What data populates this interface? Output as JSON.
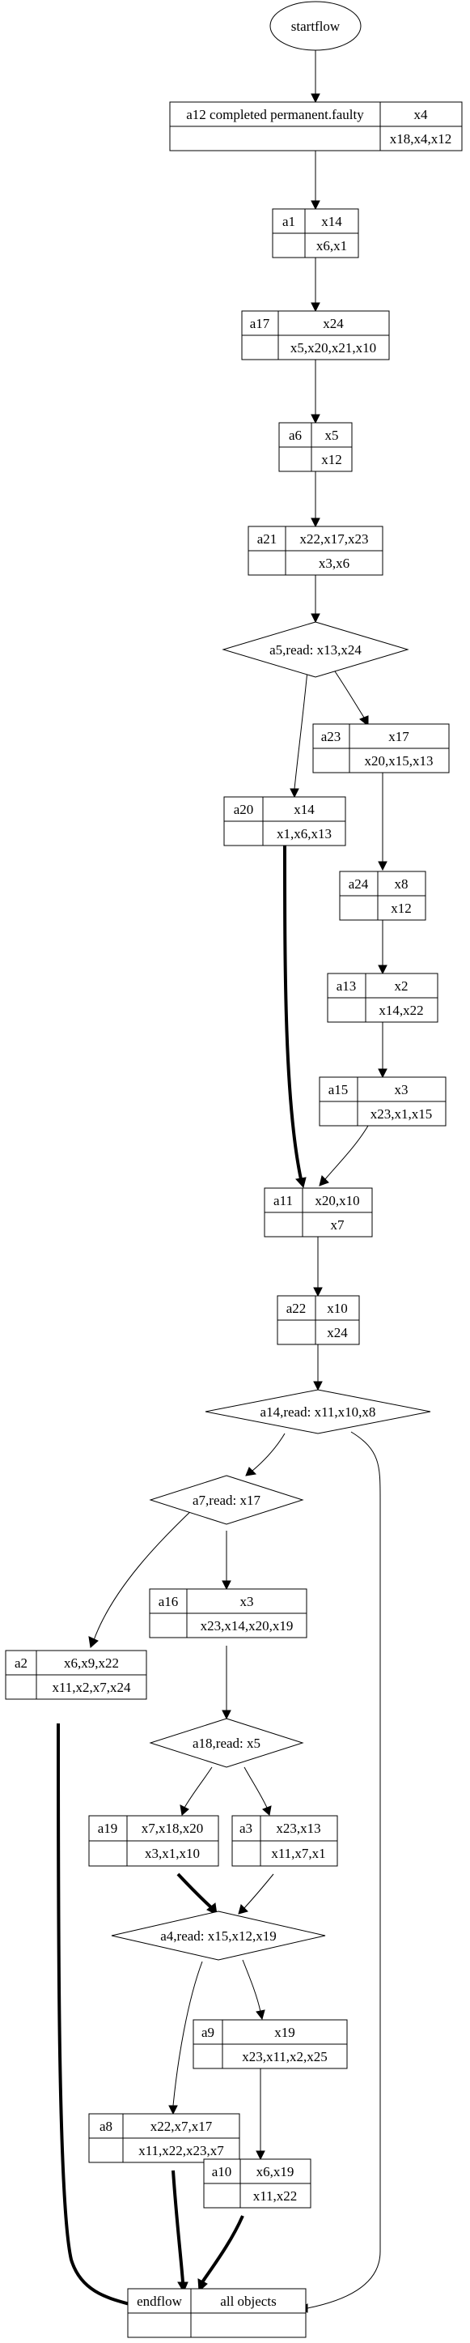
{
  "start": {
    "label": "startflow"
  },
  "nodes": {
    "a12": {
      "id": "a12 completed permanent.faulty",
      "top": "x4",
      "bottom": "x18,x4,x12"
    },
    "a1": {
      "id": "a1",
      "top": "x14",
      "bottom": "x6,x1"
    },
    "a17": {
      "id": "a17",
      "top": "x24",
      "bottom": "x5,x20,x21,x10"
    },
    "a6": {
      "id": "a6",
      "top": "x5",
      "bottom": "x12"
    },
    "a21": {
      "id": "a21",
      "top": "x22,x17,x23",
      "bottom": "x3,x6"
    },
    "a23": {
      "id": "a23",
      "top": "x17",
      "bottom": "x20,x15,x13"
    },
    "a20": {
      "id": "a20",
      "top": "x14",
      "bottom": "x1,x6,x13"
    },
    "a24": {
      "id": "a24",
      "top": "x8",
      "bottom": "x12"
    },
    "a13": {
      "id": "a13",
      "top": "x2",
      "bottom": "x14,x22"
    },
    "a15": {
      "id": "a15",
      "top": "x3",
      "bottom": "x23,x1,x15"
    },
    "a11": {
      "id": "a11",
      "top": "x20,x10",
      "bottom": "x7"
    },
    "a22": {
      "id": "a22",
      "top": "x10",
      "bottom": "x24"
    },
    "a16": {
      "id": "a16",
      "top": "x3",
      "bottom": "x23,x14,x20,x19"
    },
    "a2": {
      "id": "a2",
      "top": "x6,x9,x22",
      "bottom": "x11,x2,x7,x24"
    },
    "a19": {
      "id": "a19",
      "top": "x7,x18,x20",
      "bottom": "x3,x1,x10"
    },
    "a3": {
      "id": "a3",
      "top": "x23,x13",
      "bottom": "x11,x7,x1"
    },
    "a9": {
      "id": "a9",
      "top": "x19",
      "bottom": "x23,x11,x2,x25"
    },
    "a8": {
      "id": "a8",
      "top": "x22,x7,x17",
      "bottom": "x11,x22,x23,x7"
    },
    "a10": {
      "id": "a10",
      "top": "x6,x19",
      "bottom": "x11,x22"
    }
  },
  "decisions": {
    "a5": {
      "label": "a5,read: x13,x24"
    },
    "a14": {
      "label": "a14,read: x11,x10,x8"
    },
    "a7": {
      "label": "a7,read: x17"
    },
    "a18": {
      "label": "a18,read: x5"
    },
    "a4": {
      "label": "a4,read: x15,x12,x19"
    }
  },
  "end": {
    "left": "endflow",
    "right": "all objects"
  },
  "edges": [
    {
      "from": "startflow",
      "to": "a12",
      "bold": false
    },
    {
      "from": "a12",
      "to": "a1",
      "bold": false
    },
    {
      "from": "a1",
      "to": "a17",
      "bold": false
    },
    {
      "from": "a17",
      "to": "a6",
      "bold": false
    },
    {
      "from": "a6",
      "to": "a21",
      "bold": false
    },
    {
      "from": "a21",
      "to": "a5",
      "bold": false
    },
    {
      "from": "a5",
      "to": "a23",
      "bold": false
    },
    {
      "from": "a5",
      "to": "a20",
      "bold": false
    },
    {
      "from": "a23",
      "to": "a24",
      "bold": false
    },
    {
      "from": "a24",
      "to": "a13",
      "bold": false
    },
    {
      "from": "a13",
      "to": "a15",
      "bold": false
    },
    {
      "from": "a15",
      "to": "a11",
      "bold": false
    },
    {
      "from": "a20",
      "to": "a11",
      "bold": true
    },
    {
      "from": "a11",
      "to": "a22",
      "bold": false
    },
    {
      "from": "a22",
      "to": "a14",
      "bold": false
    },
    {
      "from": "a14",
      "to": "a7",
      "bold": false
    },
    {
      "from": "a14",
      "to": "endflow",
      "bold": false
    },
    {
      "from": "a7",
      "to": "a16",
      "bold": false
    },
    {
      "from": "a7",
      "to": "a2",
      "bold": false
    },
    {
      "from": "a16",
      "to": "a18",
      "bold": false
    },
    {
      "from": "a18",
      "to": "a19",
      "bold": false
    },
    {
      "from": "a18",
      "to": "a3",
      "bold": false
    },
    {
      "from": "a19",
      "to": "a4",
      "bold": true
    },
    {
      "from": "a3",
      "to": "a4",
      "bold": false
    },
    {
      "from": "a4",
      "to": "a9",
      "bold": false
    },
    {
      "from": "a4",
      "to": "a8",
      "bold": false
    },
    {
      "from": "a9",
      "to": "a10",
      "bold": false
    },
    {
      "from": "a8",
      "to": "endflow",
      "bold": true
    },
    {
      "from": "a10",
      "to": "endflow",
      "bold": true
    },
    {
      "from": "a2",
      "to": "endflow",
      "bold": true
    }
  ]
}
